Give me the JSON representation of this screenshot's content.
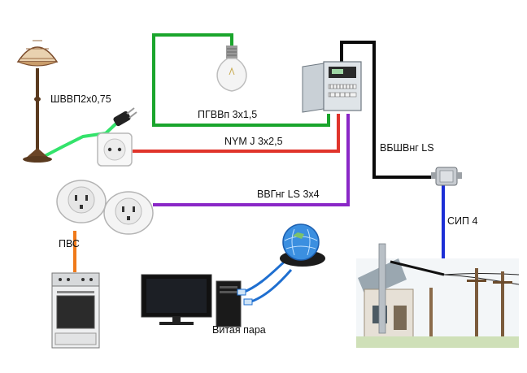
{
  "labels": {
    "lamp_cable": "ШВВП2х0,75",
    "bulb_cable": "ПГВВп 3х1,5",
    "socket_cable": "NYM J 3х2,5",
    "power_socket_cable": "ВВГнг LS 3х4",
    "panel_to_box_cable": "ВБШВнг LS",
    "overhead_cable": "СИП 4",
    "stove_cable": "ПВС",
    "network_cable": "Витая пара"
  },
  "colors": {
    "green": "#1aa52c",
    "light_green": "#33e36b",
    "red": "#e0342b",
    "purple": "#8a27c7",
    "black": "#0a0a0a",
    "blue": "#1c2fd6",
    "orange": "#f07a1a"
  },
  "icons": [
    "floor-lamp-icon",
    "light-bulb-icon",
    "electrical-panel-icon",
    "wall-socket-icon",
    "power-socket-icon",
    "junction-box-icon",
    "electric-stove-icon",
    "computer-icon",
    "globe-network-icon",
    "house-power-line-icon"
  ]
}
